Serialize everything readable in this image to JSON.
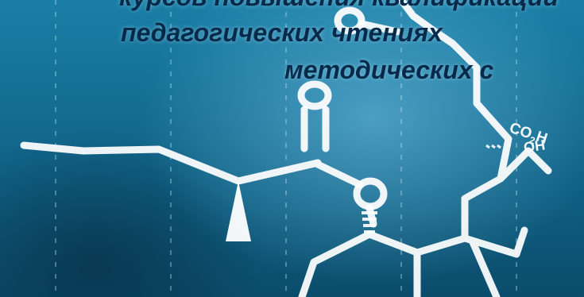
{
  "heading": {
    "lines": [
      "курсов повышения квалификации",
      "педагогических чтениях",
      "методических с"
    ]
  },
  "molecule": {
    "labels": {
      "co2h_main": "CO",
      "co2h_sub": "2",
      "co2h_end": "H",
      "oh": "OH"
    }
  },
  "colors": {
    "background": "#146e93",
    "heading_text": "#082a4a",
    "molecule_stroke": "#ffffff"
  }
}
